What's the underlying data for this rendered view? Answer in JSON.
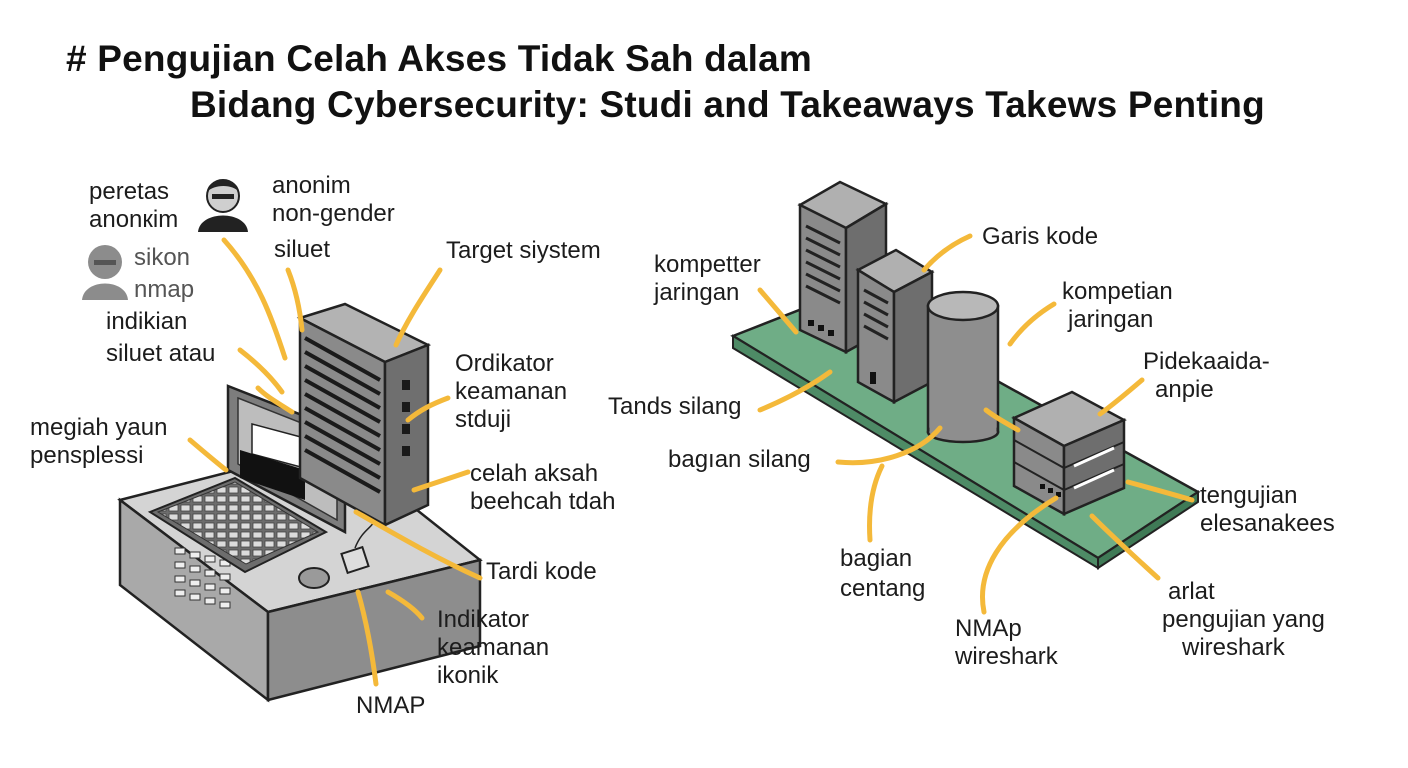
{
  "title": {
    "line1": "# Pengujian Celah Akses Tidak Sah dalam",
    "line2": "Bidang Cybersecurity: Studi and Takeaways Takews Penting"
  },
  "colors": {
    "leader": "#f4b93a",
    "board": "#6fad86",
    "device": "#8c8c8c",
    "device_dark": "#5a5a5a"
  },
  "icons": [
    "hacker-avatar-icon",
    "silhouette-avatar-icon"
  ],
  "left_labels": {
    "peretas": [
      "peretas",
      "anonкim"
    ],
    "anonim": [
      "anonim",
      "non-gender"
    ],
    "siluet": [
      "siluet"
    ],
    "sikon": [
      "sikon",
      "nmap"
    ],
    "indikian": [
      "indikian",
      "siluet atau"
    ],
    "target": [
      "Target siystem"
    ],
    "ordikator": [
      "Ordikator",
      "keamanan",
      "stduji"
    ],
    "megiah": [
      "megiah yaun",
      "pensplessi"
    ],
    "celah": [
      "celah aksah",
      "beehcah tdah"
    ],
    "tardi": [
      "Tardi kode"
    ],
    "indikator": [
      "Indikator",
      "keamanan",
      "ikonik"
    ],
    "nmap": [
      "NMAP"
    ]
  },
  "right_labels": {
    "garis": [
      "Garis kode"
    ],
    "kompetter": [
      "kompetter",
      "jaringan"
    ],
    "kompetian": [
      "kompetian",
      "jaringan"
    ],
    "pidekaida": [
      "Pidekaaida-",
      "anpie"
    ],
    "tands": [
      "Tands silang"
    ],
    "bagian_silang": [
      "bagıan silang"
    ],
    "tengujian": [
      "tengujian",
      "elesanakees"
    ],
    "bagian_centang": [
      "bagian",
      "centang"
    ],
    "arlat": [
      "arlat",
      "pengujian yang",
      "wireshark"
    ],
    "nmap_wireshark": [
      "NMAp",
      "wireshark"
    ]
  }
}
